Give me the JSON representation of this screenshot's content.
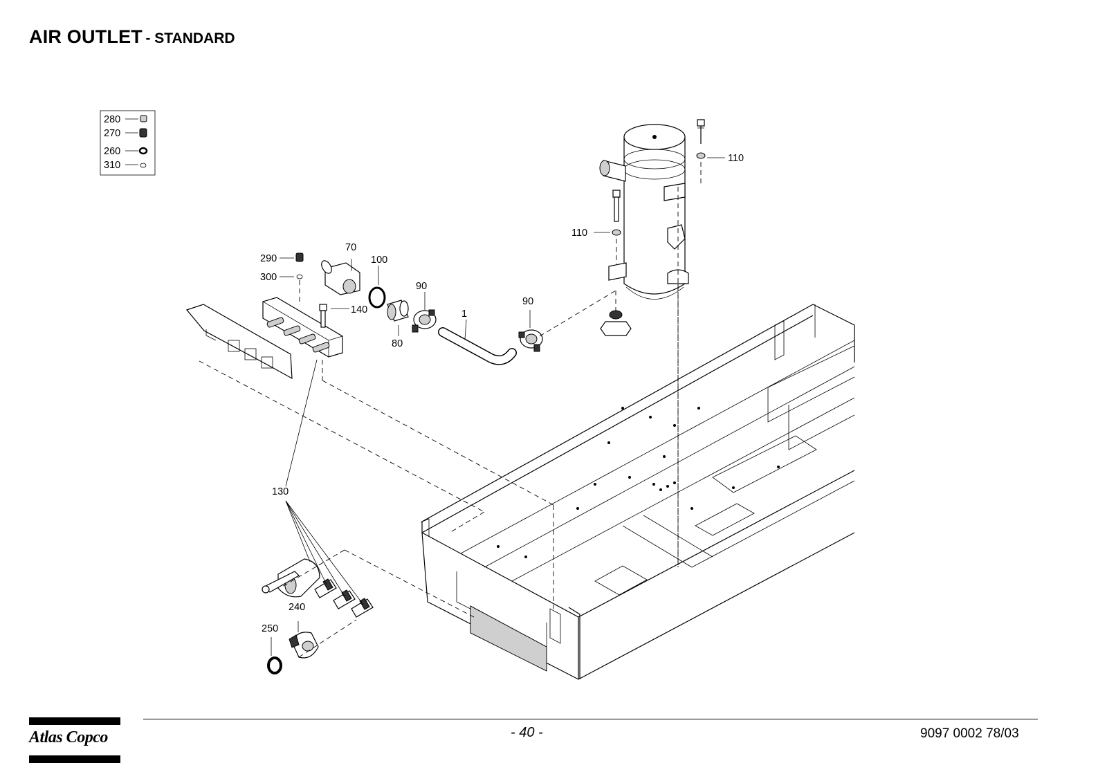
{
  "page": {
    "title_main": "AIR OUTLET",
    "title_sub": "- STANDARD"
  },
  "legend": {
    "items": [
      "280",
      "270",
      "260",
      "310"
    ]
  },
  "callouts": {
    "c290": "290",
    "c300": "300",
    "c70": "70",
    "c100": "100",
    "c90a": "90",
    "c140": "140",
    "c80": "80",
    "c1": "1",
    "c90b": "90",
    "c110a": "110",
    "c110b": "110",
    "c130": "130",
    "c240": "240",
    "c250": "250"
  },
  "footer": {
    "page_number": "- 40 -",
    "doc_number": "9097 0002 78/03",
    "logo_text": "Atlas Copco"
  }
}
